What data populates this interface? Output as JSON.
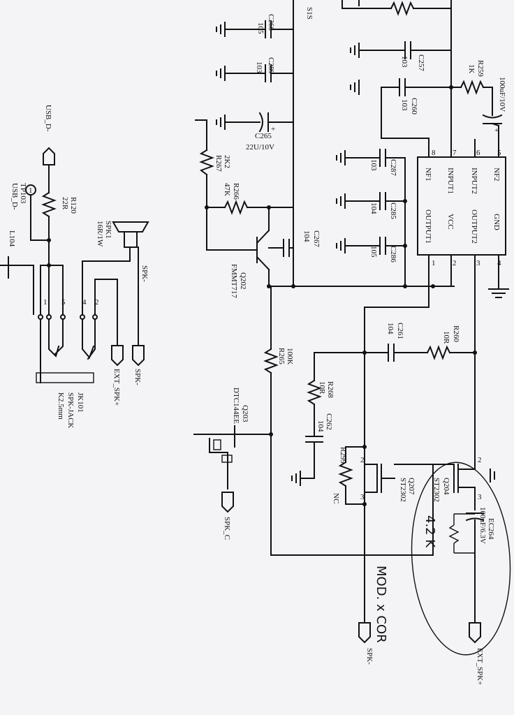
{
  "labels": {
    "c266": "C266",
    "c266_val": "105",
    "c289": "C289",
    "c289_val": "103",
    "c265": "C265",
    "c265_val": "22U/10V",
    "r267": "R267",
    "r267_val": "2K2",
    "r266": "R266",
    "r266_val": "47K",
    "c267": "C267",
    "c267_val": "104",
    "q202": "Q202",
    "q202_val": "FMMT717",
    "r265": "R265",
    "r265_val": "100K",
    "q203": "Q203",
    "q203_val": "DTC144EE",
    "spk_c": "SPK_C",
    "c257": "C257",
    "c257_val": "103",
    "r259": "R259",
    "r259_val": "1K",
    "c260": "C260",
    "c260_val": "103",
    "c_top": "100uF/10V",
    "c287": "C287",
    "c287_val": "103",
    "c285": "C285",
    "c285_val": "104",
    "c286": "C286",
    "c286_val": "105",
    "c261": "C261",
    "c261_val": "104",
    "r260": "R260",
    "r260_val": "10R",
    "r268": "R268",
    "r268_val": "10R",
    "c262": "C262",
    "c262_val": "104",
    "r299": "R299",
    "r299_val": "NC",
    "q207": "Q207",
    "q207_val": "ST2302",
    "q204": "Q204",
    "q204_val": "ST2302",
    "ec264": "EC264",
    "ec264_val": "100uF/6.3V",
    "spk_minus_bottom": "SPK-",
    "ext_spk_plus_bottom": "EXT_SPK+",
    "usb_d": "USB_D-",
    "tp103": "TP103",
    "tp103_val": "USB_D-",
    "r120": "R120",
    "r120_val": "22R",
    "spk1": "SPK1",
    "spk1_val": "16R/1W",
    "l104": "L104",
    "spk_minus_1": "SPK-",
    "spk_minus_2": "SPK-",
    "ext_spk_plus_left": "EXT_SPK+",
    "jk101": "JK101",
    "jk101_val1": "SPK-JACK",
    "jk101_val2": "K2.5mm",
    "top_frag": "S1S",
    "ic_pins": {
      "nf1": "NF1",
      "input1": "INPUT1",
      "input2": "INPUT2",
      "nf2": "NF2",
      "output1": "OUTPUT1",
      "vcc": "VCC",
      "output2": "OUTPUT2",
      "gnd": "GND"
    },
    "pin_nums": [
      "8",
      "7",
      "6",
      "5",
      "1",
      "2",
      "3",
      "4"
    ],
    "handwritten_value": "4.2 K",
    "handwritten_mod": "MOD. x COR"
  }
}
